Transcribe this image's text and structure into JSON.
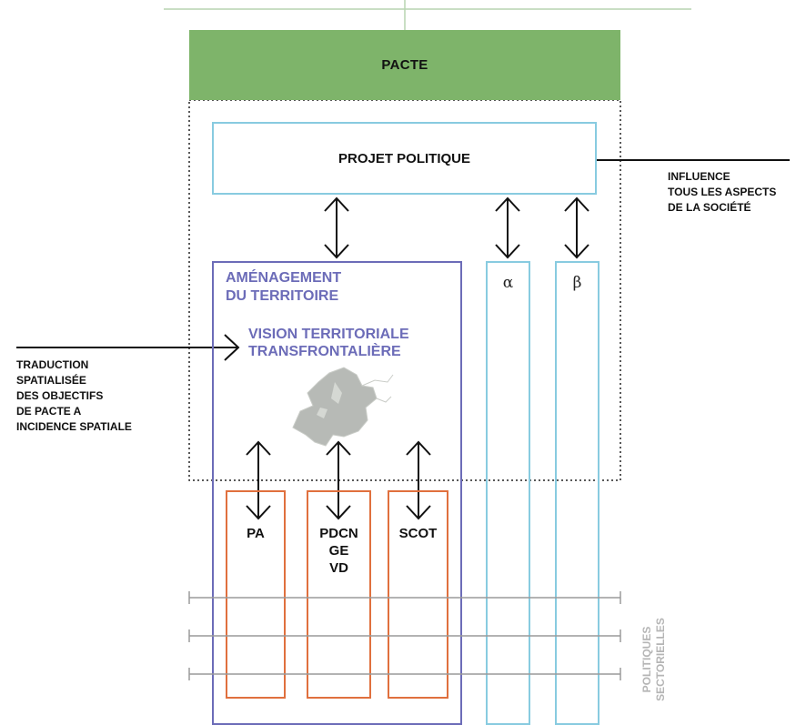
{
  "pacte": {
    "label": "PACTE"
  },
  "projet_politique": {
    "label": "PROJET POLITIQUE"
  },
  "influence": {
    "text": "INFLUENCE\nTOUS LES ASPECTS\nDE LA SOCIÉTÉ"
  },
  "amenagement": {
    "title": "AMÉNAGEMENT\nDU TERRITOIRE"
  },
  "vision": {
    "title": "VISION TERRITORIALE\nTRANSFRONTALIÈRE"
  },
  "traduction": {
    "text": "TRADUCTION\nSPATIALISÉE\nDES OBJECTIFS\nDE PACTE A\nINCIDENCE SPATIALE"
  },
  "greek": {
    "alpha": "α",
    "beta": "β"
  },
  "instruments": {
    "pa": "PA",
    "pdcn": "PDCN\nGE\nVD",
    "scot": "SCOT"
  },
  "politiques": {
    "text": "POLITIQUES\nSECTORIELLES"
  },
  "colors": {
    "pacte_green": "#7eb46a",
    "projet_blue": "#88cbe0",
    "amenagement_purple": "#6c6cb8",
    "vision_fill": "#dfe9d9",
    "instrument_orange": "#e0703e",
    "sector_gray": "#9a9a9a"
  }
}
